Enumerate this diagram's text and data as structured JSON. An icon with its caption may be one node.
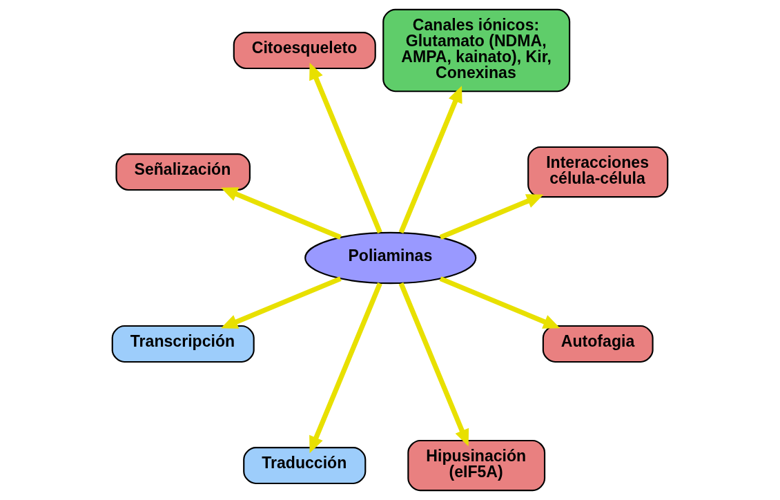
{
  "diagram": {
    "nodes": [
      {
        "text": [
          "Interacciones célula-célula"
        ]
      },
      {
        "text": [
          "Canales iónicos: Glutamato (NDMA, AMPA, kainato), Kir, Conexinas"
        ]
      },
      {
        "text": [
          "Citoesqueleto"
        ]
      },
      {
        "text": [
          "Señalización"
        ]
      },
      {
        "text": [
          "Poliaminas"
        ]
      },
      {
        "text": [
          "Transcripción"
        ]
      },
      {
        "text": [
          "Traducción"
        ]
      },
      {
        "text": [
          "Hipusinación (eIF5A)"
        ]
      },
      {
        "text": [
          "Autofagia"
        ]
      }
    ],
    "edges": [
      {
        "from": 4,
        "to": 5,
        "arrow": "to"
      },
      {
        "from": 4,
        "to": 1,
        "arrow": "to"
      },
      {
        "from": 4,
        "to": 0,
        "arrow": "to"
      },
      {
        "from": 4,
        "to": 2,
        "arrow": "to"
      },
      {
        "from": 4,
        "to": 3,
        "arrow": "to"
      },
      {
        "from": 4,
        "to": 7,
        "arrow": "to"
      },
      {
        "from": 4,
        "to": 8,
        "arrow": "to"
      },
      {
        "from": 4,
        "to": 6,
        "arrow": "to"
      }
    ]
  }
}
